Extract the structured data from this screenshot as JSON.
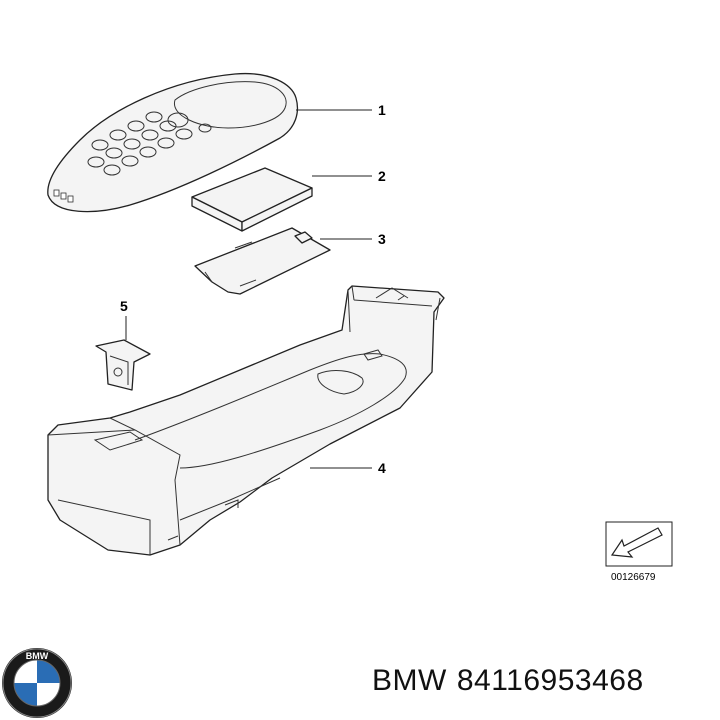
{
  "callouts": [
    "1",
    "2",
    "3",
    "4",
    "5"
  ],
  "reference_number": "00126679",
  "caption": {
    "brand": "BMW",
    "part_number": "84116953468"
  },
  "logo": {
    "text": "BMW",
    "colors": {
      "ring": "#1a1a1a",
      "blue": "#2a6db5",
      "white": "#ffffff"
    }
  }
}
